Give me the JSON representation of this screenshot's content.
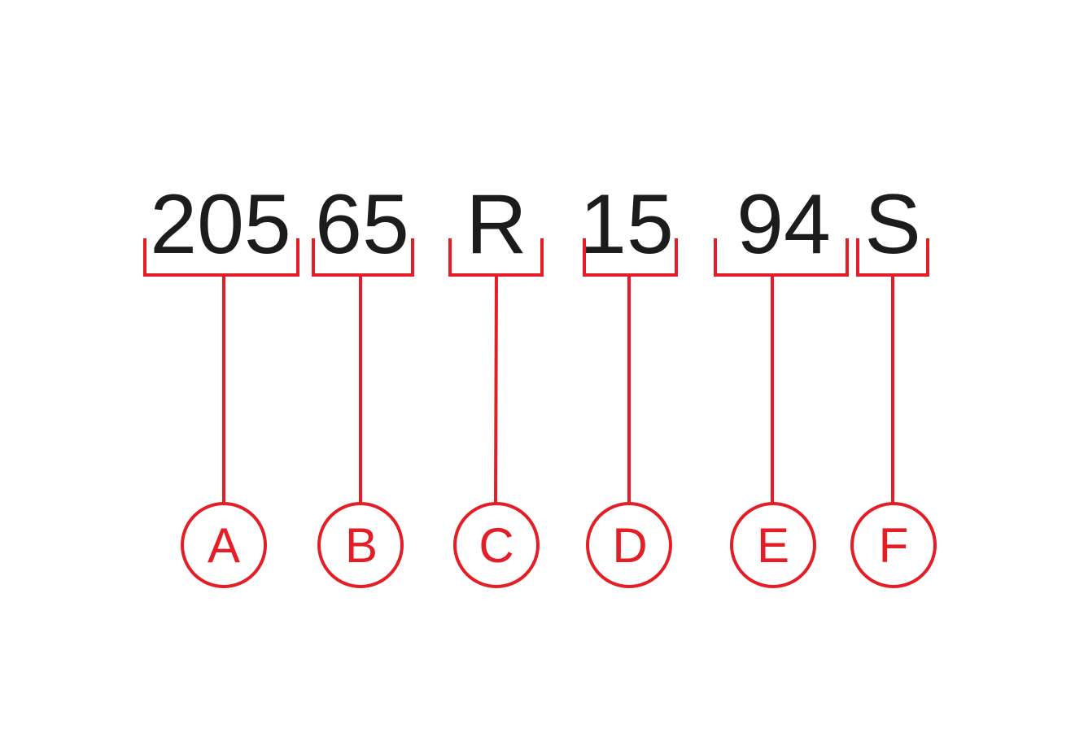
{
  "accent_color": "#e41e26",
  "text_color": "#1c1c1c",
  "segments": [
    {
      "code": "205",
      "label": "A"
    },
    {
      "code": "65",
      "label": "B"
    },
    {
      "code": "R",
      "label": "C"
    },
    {
      "code": "15",
      "label": "D"
    },
    {
      "code": "94",
      "label": "E"
    },
    {
      "code": "S",
      "label": "F"
    }
  ]
}
